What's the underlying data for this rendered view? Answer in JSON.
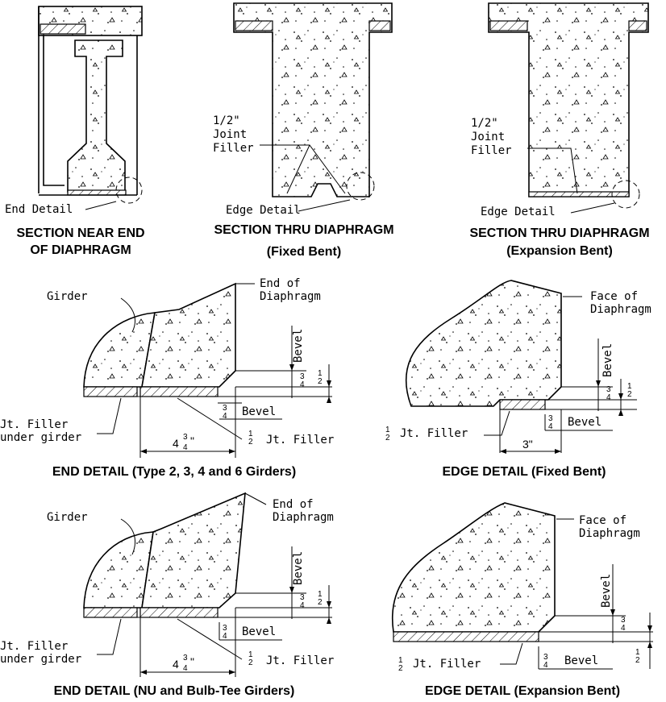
{
  "sections": {
    "near_end": {
      "title_1": "SECTION NEAR END",
      "title_2": "OF DIAPHRAGM",
      "callout": "End Detail"
    },
    "fixed": {
      "title_1": "SECTION THRU DIAPHRAGM",
      "title_2": "(Fixed Bent)",
      "note_1": "1/2\"",
      "note_2": "Joint",
      "note_3": "Filler",
      "callout": "Edge Detail"
    },
    "expansion": {
      "title_1": "SECTION THRU DIAPHRAGM",
      "title_2": "(Expansion Bent)",
      "note_1": "1/2\"",
      "note_2": "Joint",
      "note_3": "Filler",
      "callout": "Edge Detail"
    }
  },
  "end_detail_1": {
    "title": "END DETAIL (Type 2, 3, 4 and 6 Girders)",
    "girder": "Girder",
    "end_1": "End of",
    "end_2": "Diaphragm",
    "bevel_v": "Bevel",
    "bevel_h": "Bevel",
    "filler_1": "Jt. Filler",
    "filler_2": "under girder",
    "jt_filler": "Jt. Filler",
    "dim_width": "4",
    "frac_num": "3",
    "frac_den": "4",
    "half_num": "1",
    "half_den": "2",
    "inch": "\""
  },
  "end_detail_2": {
    "title": "END DETAIL (NU and Bulb-Tee Girders)",
    "girder": "Girder",
    "end_1": "End of",
    "end_2": "Diaphragm",
    "bevel_v": "Bevel",
    "bevel_h": "Bevel",
    "filler_1": "Jt. Filler",
    "filler_2": "under girder",
    "jt_filler": "Jt. Filler",
    "dim_width": "4",
    "frac_num": "3",
    "frac_den": "4",
    "half_num": "1",
    "half_den": "2",
    "inch": "\""
  },
  "edge_fixed": {
    "title": "EDGE DETAIL (Fixed Bent)",
    "face_1": "Face of",
    "face_2": "Diaphragm",
    "bevel_v": "Bevel",
    "bevel_h": "Bevel",
    "jt_filler": "Jt. Filler",
    "dim_width": "3\"",
    "frac_num": "3",
    "frac_den": "4",
    "half_num": "1",
    "half_den": "2",
    "inch": "\""
  },
  "edge_expansion": {
    "title": "EDGE DETAIL (Expansion Bent)",
    "face_1": "Face of",
    "face_2": "Diaphragm",
    "bevel_v": "Bevel",
    "bevel_h": "Bevel",
    "jt_filler": "Jt. Filler",
    "frac_num": "3",
    "frac_den": "4",
    "half_num": "1",
    "half_den": "2",
    "inch": "\""
  }
}
